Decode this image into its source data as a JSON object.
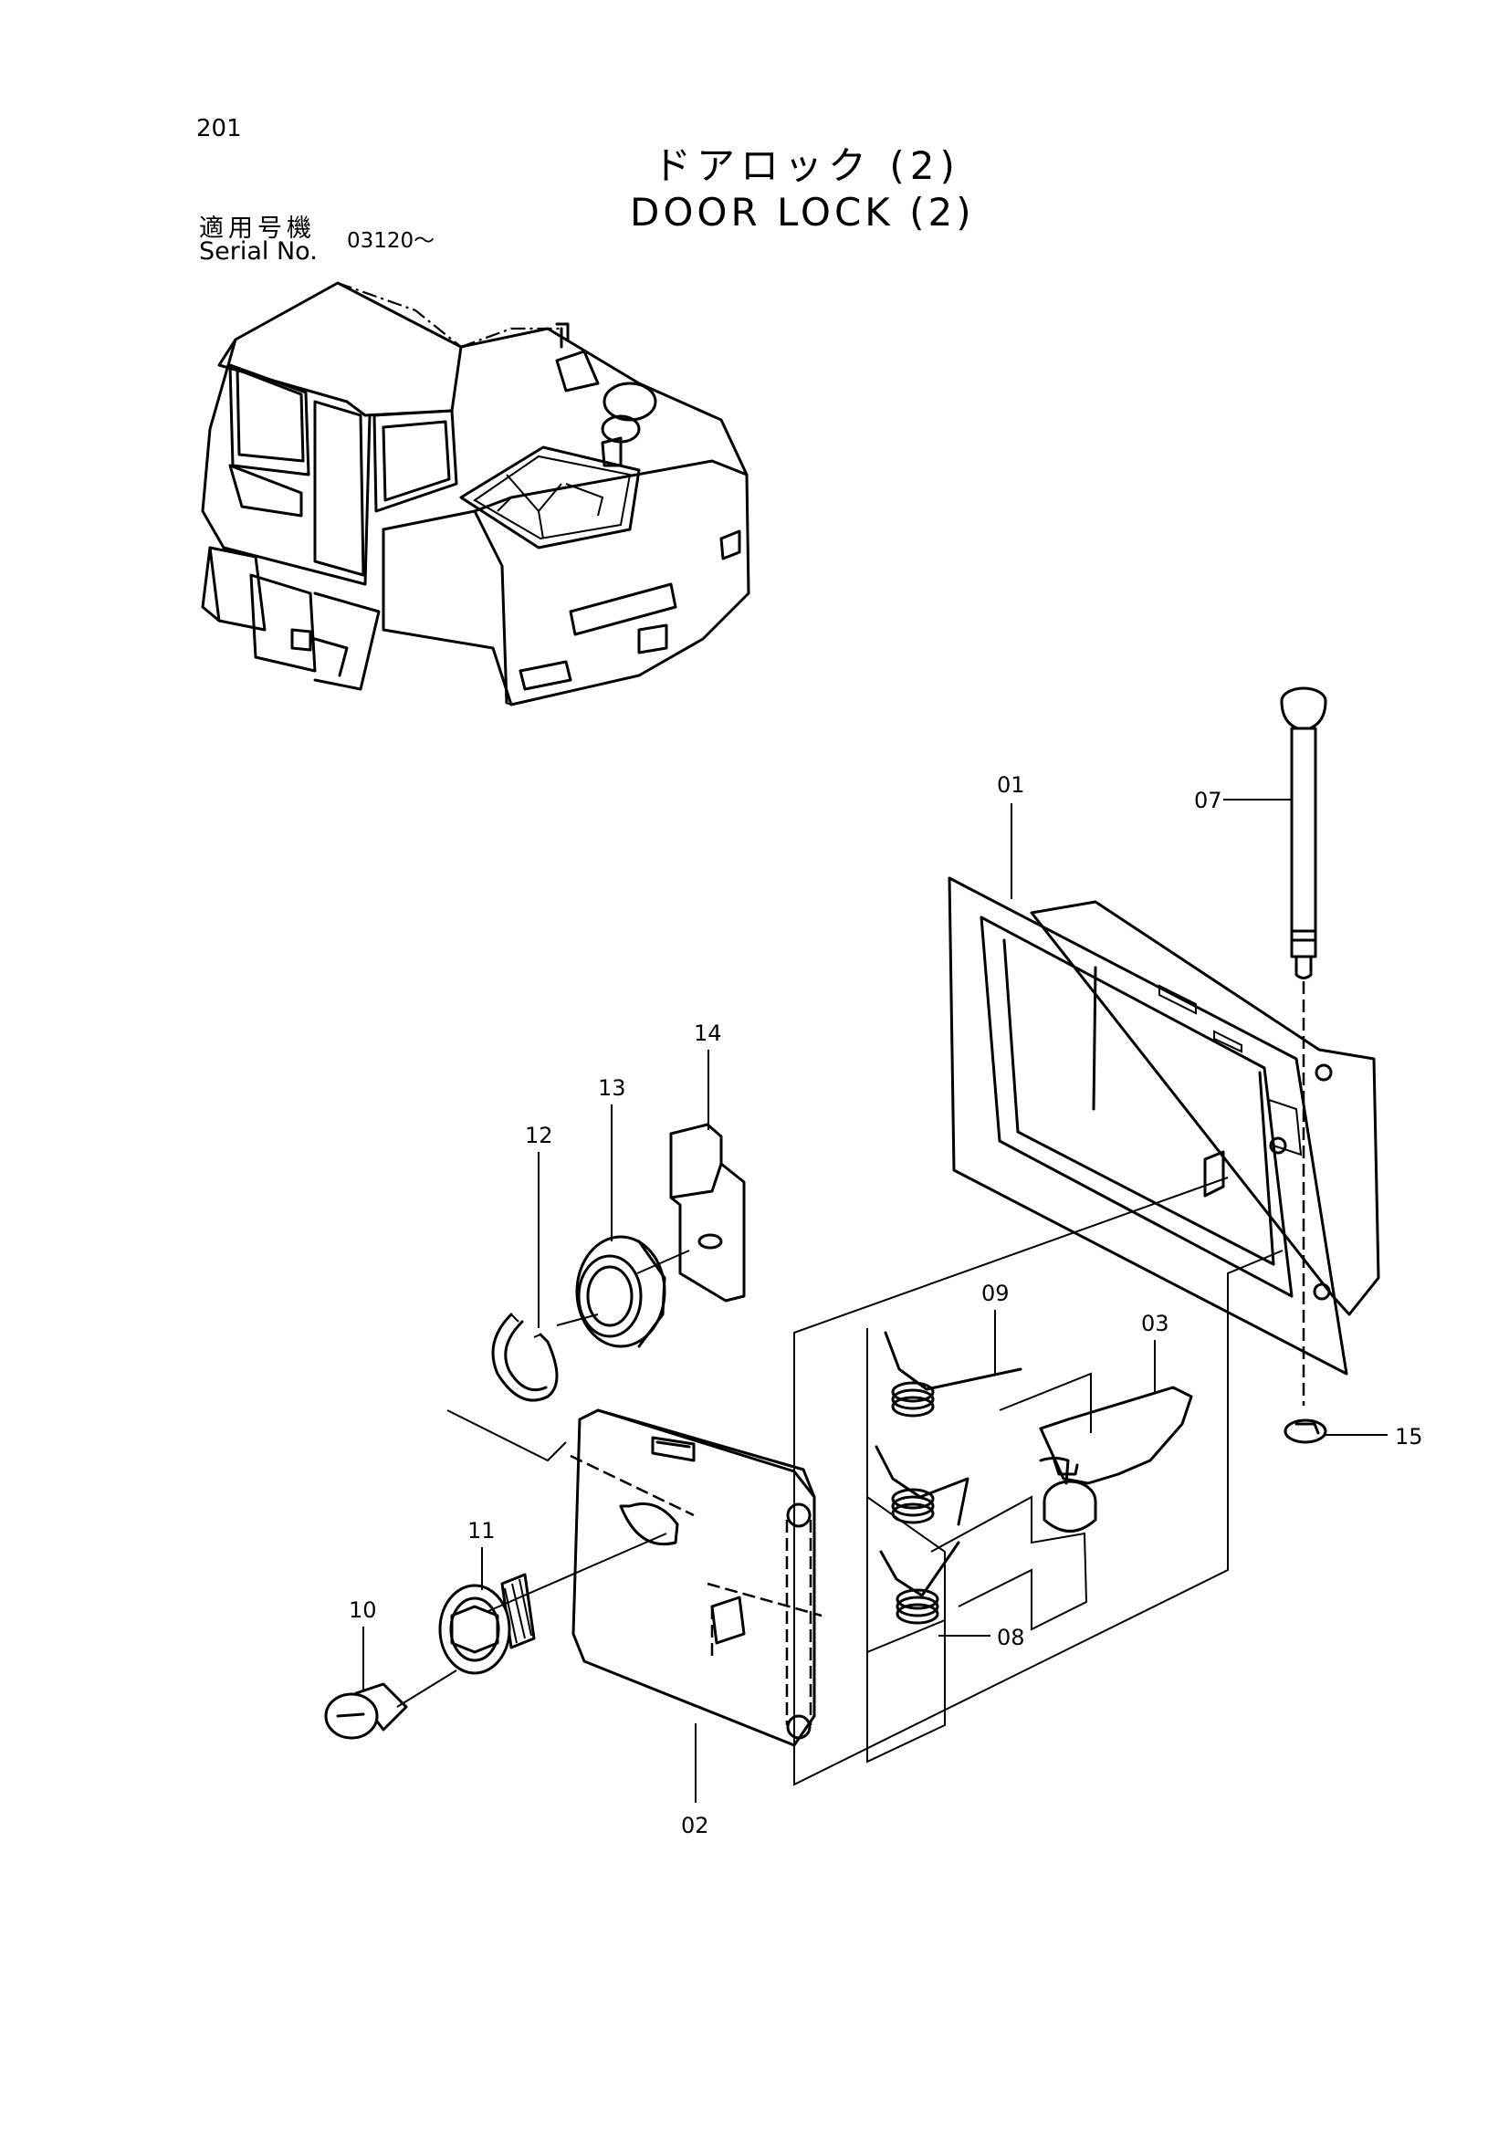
{
  "page_number": "201",
  "title": {
    "jp": "ドアロック (2)",
    "en": "DOOR LOCK (2)"
  },
  "serial": {
    "label_jp": "適用号機",
    "label_en": "Serial No.",
    "value": "03120～"
  },
  "callouts": {
    "c01": "01",
    "c02": "02",
    "c03": "03",
    "c07": "07",
    "c08": "08",
    "c09": "09",
    "c10": "10",
    "c11": "11",
    "c12": "12",
    "c13": "13",
    "c14": "14",
    "c15": "15"
  }
}
